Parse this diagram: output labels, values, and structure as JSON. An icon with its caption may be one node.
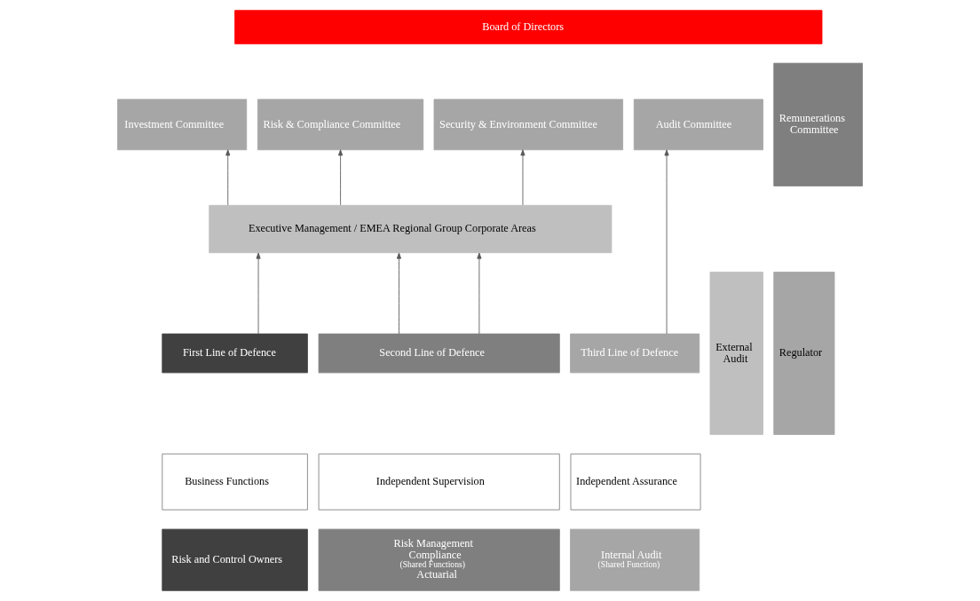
{
  "diagram": {
    "nodes": [
      {
        "text": [
          "Board of Directors"
        ]
      },
      {
        "text": [
          "Investment Committee"
        ]
      },
      {
        "text": [
          "Risk & Compliance Committee"
        ]
      },
      {
        "text": [
          "Security & Environment Committee"
        ]
      },
      {
        "text": [
          "Audit Committee"
        ]
      },
      {
        "text": [
          "Remunerations Committee"
        ]
      },
      {
        "text": [
          "Executive Management / EMEA Regional Group Corporate Areas"
        ]
      },
      {
        "text": [
          "First Line of Defence"
        ]
      },
      {
        "text": [
          "Second Line of Defence"
        ]
      },
      {
        "text": [
          "Third Line of Defence"
        ]
      },
      {
        "text": [
          "External Audit"
        ]
      },
      {
        "text": [
          "Regulator"
        ]
      },
      {
        "text": [
          "Business Functions"
        ]
      },
      {
        "text": [
          "Independent Supervision"
        ]
      },
      {
        "text": [
          "Independent Assurance"
        ]
      },
      {
        "text": [
          "Risk and Control Owners"
        ]
      },
      {
        "text": [
          "Risk Management",
          "Compliance",
          "(Shared Functions)",
          "Actuarial"
        ]
      },
      {
        "text": [
          "Internal Audit",
          "(Shared Function)"
        ]
      }
    ],
    "edges": [
      {
        "from": 6,
        "to": 1,
        "arrow": "to"
      },
      {
        "from": 6,
        "to": 2,
        "arrow": "to"
      },
      {
        "from": 6,
        "to": 3,
        "arrow": "to"
      },
      {
        "from": 7,
        "to": 6,
        "arrow": "to"
      },
      {
        "from": 8,
        "to": 6,
        "arrow": "to"
      },
      {
        "from": 8,
        "to": 6,
        "arrow": "to"
      },
      {
        "from": 9,
        "to": 4,
        "arrow": "to"
      }
    ]
  }
}
